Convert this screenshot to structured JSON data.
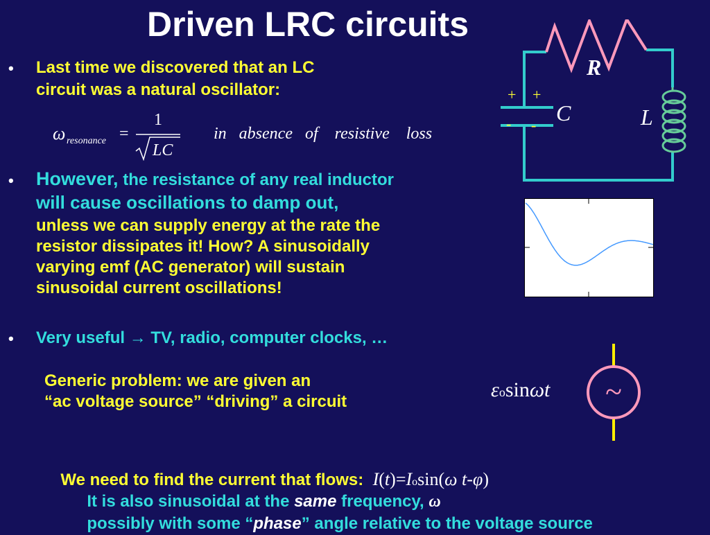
{
  "title": "Driven LRC circuits",
  "bullets": {
    "b1_line1": "Last time we discovered that an LC",
    "b1_line2": "circuit was a natural oscillator:",
    "b2_however": "However,",
    "b2_line1_rest": " the resistance of any real inductor",
    "b2_line2": "will cause oscillations to damp out,",
    "b2_line3": "unless we can supply energy at the rate the",
    "b2_line4": "resistor dissipates it!  How? A sinusoidally",
    "b2_line5": "varying emf (AC generator) will sustain",
    "b2_line6": "sinusoidal current oscillations!",
    "b3_text": "Very useful  → TV, radio, computer clocks, …"
  },
  "formula": {
    "omega": "ω",
    "subscript": "resonance",
    "equals": "=",
    "numerator": "1",
    "denominator": "LC",
    "condition": "in   absence   of    resistive    loss"
  },
  "circuit": {
    "label_r": "R",
    "label_c": "C",
    "label_l": "L",
    "plus": "+",
    "minus": "-"
  },
  "generic": {
    "line1": "Generic problem: we are given an",
    "line2": "“ac voltage source” “driving” a circuit"
  },
  "source": {
    "epsilon": "ε",
    "sub": "o",
    "sin": "sin",
    "omega": "ω",
    "t": "t",
    "symbol": "~"
  },
  "current": {
    "lead": "We need to find the current that flows:  ",
    "eq_I": "I",
    "eq_open": "(",
    "eq_t": "t",
    "eq_mid": ")=",
    "eq_I2": "I",
    "eq_sub": "o",
    "eq_sin": "sin(",
    "eq_omega": "ω ",
    "eq_t2": "t",
    "eq_minus": "-",
    "eq_phi": "φ",
    "eq_close": ")",
    "line2_a": "It is also sinusoidal at the ",
    "line2_same": "same",
    "line2_b": " frequency, ",
    "line2_omega": "ω",
    "line3_a": "possibly with some “",
    "line3_phase": "phase",
    "line3_b": "” angle relative to the voltage source"
  },
  "colors": {
    "background": "#14105a",
    "yellow_text": "#ffff33",
    "cyan_text": "#33dddd",
    "wire": "#33cccc",
    "resistor": "#ff99bb",
    "coil": "#66cc99",
    "source_circle": "#ff99bb",
    "source_leads": "#ffee00",
    "graph_curve": "#4499ff"
  },
  "icons": {
    "resistor": "zigzag-resistor-icon",
    "capacitor": "capacitor-icon",
    "inductor": "coil-inductor-icon",
    "ac_source": "ac-source-icon"
  }
}
